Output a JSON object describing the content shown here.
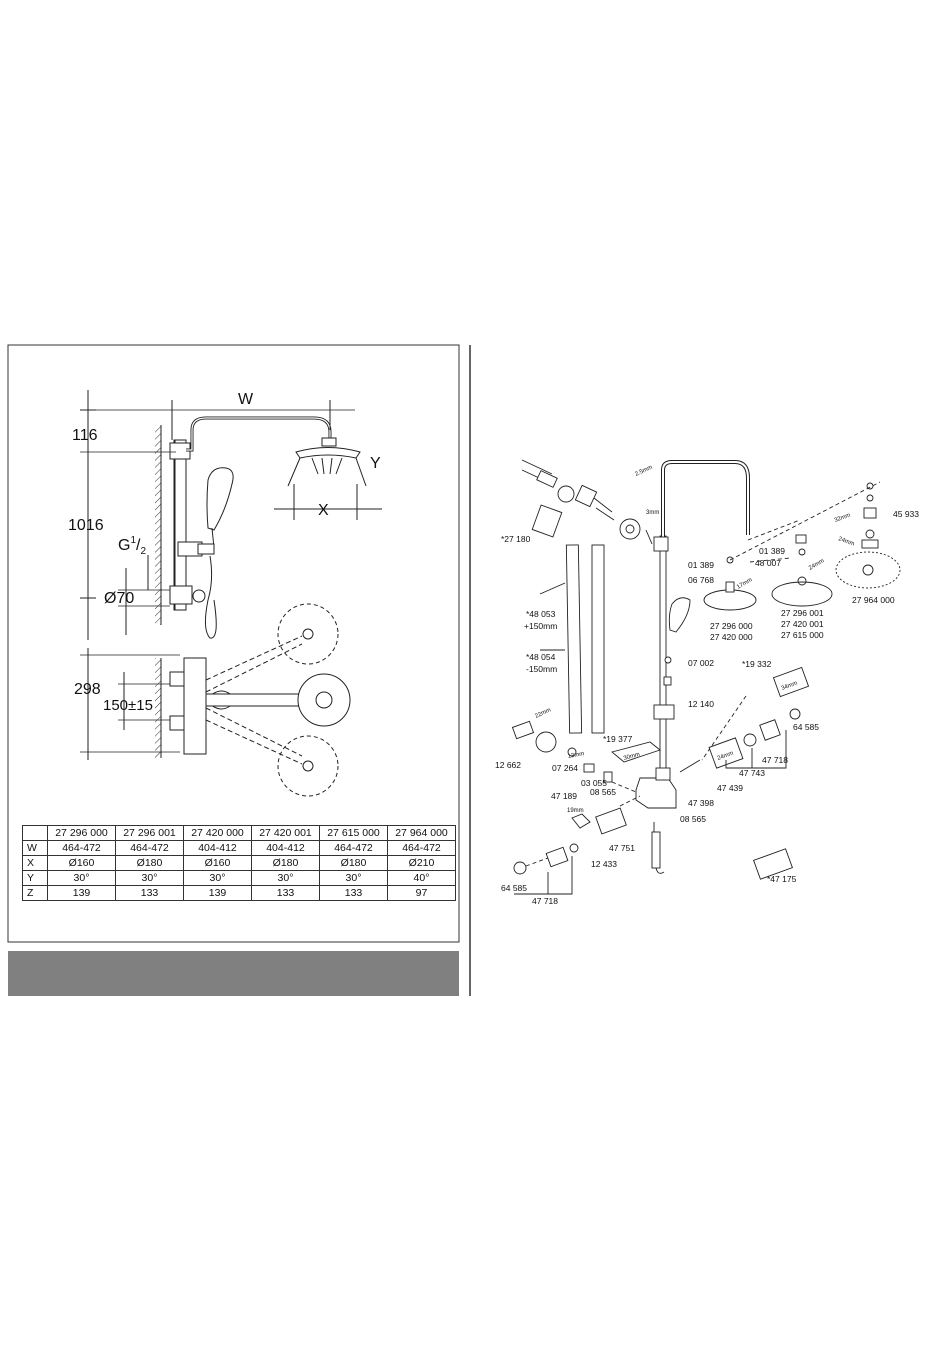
{
  "dims": {
    "w": "W",
    "x": "X",
    "y": "Y",
    "d116": "116",
    "d1016": "1016",
    "g": "G",
    "g_sup": "1",
    "g_sub": "2",
    "d70": "Ø70",
    "d298": "298",
    "d150": "150±15"
  },
  "table": {
    "headers": [
      "27 296 000",
      "27 296 001",
      "27 420 000",
      "27 420 001",
      "27 615 000",
      "27 964 000"
    ],
    "rows": [
      {
        "label": "W",
        "cells": [
          "464-472",
          "464-472",
          "404-412",
          "404-412",
          "464-472",
          "464-472"
        ]
      },
      {
        "label": "X",
        "cells": [
          "Ø160",
          "Ø180",
          "Ø160",
          "Ø180",
          "Ø180",
          "Ø210"
        ]
      },
      {
        "label": "Y",
        "cells": [
          "30°",
          "30°",
          "30°",
          "30°",
          "30°",
          "40°"
        ]
      },
      {
        "label": "Z",
        "cells": [
          "139",
          "133",
          "139",
          "133",
          "133",
          "97"
        ]
      }
    ]
  },
  "parts": {
    "p27180": "*27 180",
    "p48053": "*48 053",
    "p48053b": "+150mm",
    "p48054": "*48 054",
    "p48054b": "-150mm",
    "p12662": "12 662",
    "p07264": "07 264",
    "p47189": "47 189",
    "p19377": "*19 377",
    "p03055": "03 055",
    "p08565a": "08 565",
    "p01389a": "01 389",
    "p06768": "06 768",
    "p07002": "07 002",
    "p12140": "12 140",
    "p08565b": "08 565",
    "p47398": "47 398",
    "p47439": "47 439",
    "p47743": "47 743",
    "p47718a": "47 718",
    "p64585a": "64 585",
    "p19332": "*19 332",
    "p01389b": "01 389",
    "p48007": "48 007",
    "p45933": "45 933",
    "p27964": "27 964 000",
    "g1a": "27 296 000",
    "g1b": "27 420 000",
    "g2a": "27 296 001",
    "g2b": "27 420 001",
    "g2c": "27 615 000",
    "p47751": "47 751",
    "p12433": "12 433",
    "p64585b": "64 585",
    "p47718b": "47 718",
    "p47175": "*47 175",
    "m22": "22mm",
    "m12": "12mm",
    "m30": "30mm",
    "m19": "19mm",
    "m17": "17mm",
    "m24a": "24mm",
    "m24b": "24mm",
    "m32": "32mm",
    "m34": "34mm",
    "m24c": "24mm",
    "m25": "2.5mm",
    "m3": "3mm"
  }
}
